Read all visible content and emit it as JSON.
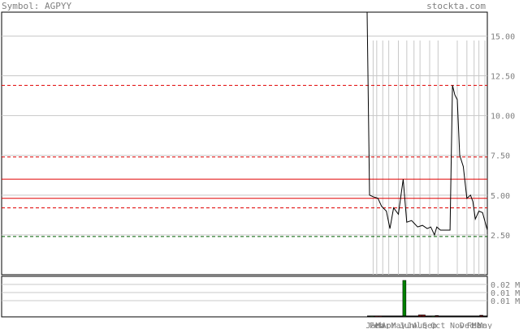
{
  "header": {
    "symbol_label": "Symbol: AGPYY",
    "site": "stockta.com"
  },
  "colors": {
    "price_line": "#000000",
    "grid": "#c8c8c8",
    "resistance": "#e00000",
    "support": "#006000",
    "volume_up": "#008000",
    "volume_down": "#c00000",
    "axis_text": "#7f7f7f"
  },
  "chart_data": [
    {
      "type": "line",
      "title": "Symbol: AGPYY",
      "ylim": [
        0,
        16.5
      ],
      "y_ticks": [
        "2.50",
        "5.00",
        "7.50",
        "10.00",
        "12.50",
        "15.00"
      ],
      "x_ticks": [
        "Jan",
        "Feb",
        "Mar",
        "Apr",
        "May",
        "Jun",
        "Jul",
        "Aug",
        "Sep",
        "Oct",
        "Nov",
        "Dec",
        "Feb",
        "Mar",
        "May"
      ],
      "x_tick_positions": [
        0.05,
        0.08,
        0.13,
        0.18,
        0.26,
        0.33,
        0.39,
        0.44,
        0.52,
        0.59,
        0.75,
        0.83,
        0.89,
        0.93,
        0.98
      ],
      "series": [
        {
          "values": [
            16.5,
            5.0,
            4.9,
            4.8,
            4.3,
            4.0,
            2.9,
            4.2,
            3.8,
            6.0,
            3.3,
            3.4,
            3.0,
            3.1,
            2.9,
            3.0,
            2.5,
            3.0,
            2.8,
            2.8,
            2.8,
            11.9,
            11.3,
            11.0,
            7.5,
            6.8,
            4.8,
            5.0,
            4.6,
            3.5,
            4.0,
            3.9,
            2.8
          ],
          "x_frac": [
            0.0,
            0.03,
            0.06,
            0.1,
            0.13,
            0.18,
            0.24,
            0.27,
            0.32,
            0.37,
            0.41,
            0.45,
            0.5,
            0.54,
            0.57,
            0.61,
            0.63,
            0.65,
            0.69,
            0.72,
            0.6,
            0.62,
            0.66,
            0.69,
            0.72,
            0.78,
            0.82,
            0.86,
            0.88,
            0.9,
            0.93,
            0.96,
            1.0
          ]
        }
      ],
      "reference_lines": [
        {
          "value": 11.9,
          "style": "dashed",
          "kind": "resistance"
        },
        {
          "value": 7.4,
          "style": "dashed",
          "kind": "resistance"
        },
        {
          "value": 6.0,
          "style": "solid",
          "kind": "resistance"
        },
        {
          "value": 4.8,
          "style": "solid",
          "kind": "resistance"
        },
        {
          "value": 4.2,
          "style": "dashed",
          "kind": "resistance"
        },
        {
          "value": 2.4,
          "style": "dashed",
          "kind": "support"
        }
      ]
    },
    {
      "type": "bar",
      "ylim": [
        0,
        0.025
      ],
      "y_ticks": [
        "0.02 M",
        "0.01 M",
        "0.01 M"
      ],
      "y_tick_values": [
        0.02,
        0.015,
        0.01
      ],
      "series": [
        {
          "x_frac": 0.04,
          "value": 0.0003,
          "dir": "up"
        },
        {
          "x_frac": 0.08,
          "value": 0.0005,
          "dir": "down"
        },
        {
          "x_frac": 0.11,
          "value": 0.0004,
          "dir": "down"
        },
        {
          "x_frac": 0.31,
          "value": 0.0225,
          "dir": "up"
        },
        {
          "x_frac": 0.44,
          "value": 0.0012,
          "dir": "down"
        },
        {
          "x_frac": 0.47,
          "value": 0.0012,
          "dir": "down"
        },
        {
          "x_frac": 0.55,
          "value": 0.0006,
          "dir": "up"
        },
        {
          "x_frac": 0.58,
          "value": 0.0008,
          "dir": "down"
        },
        {
          "x_frac": 0.95,
          "value": 0.001,
          "dir": "down"
        }
      ]
    }
  ]
}
